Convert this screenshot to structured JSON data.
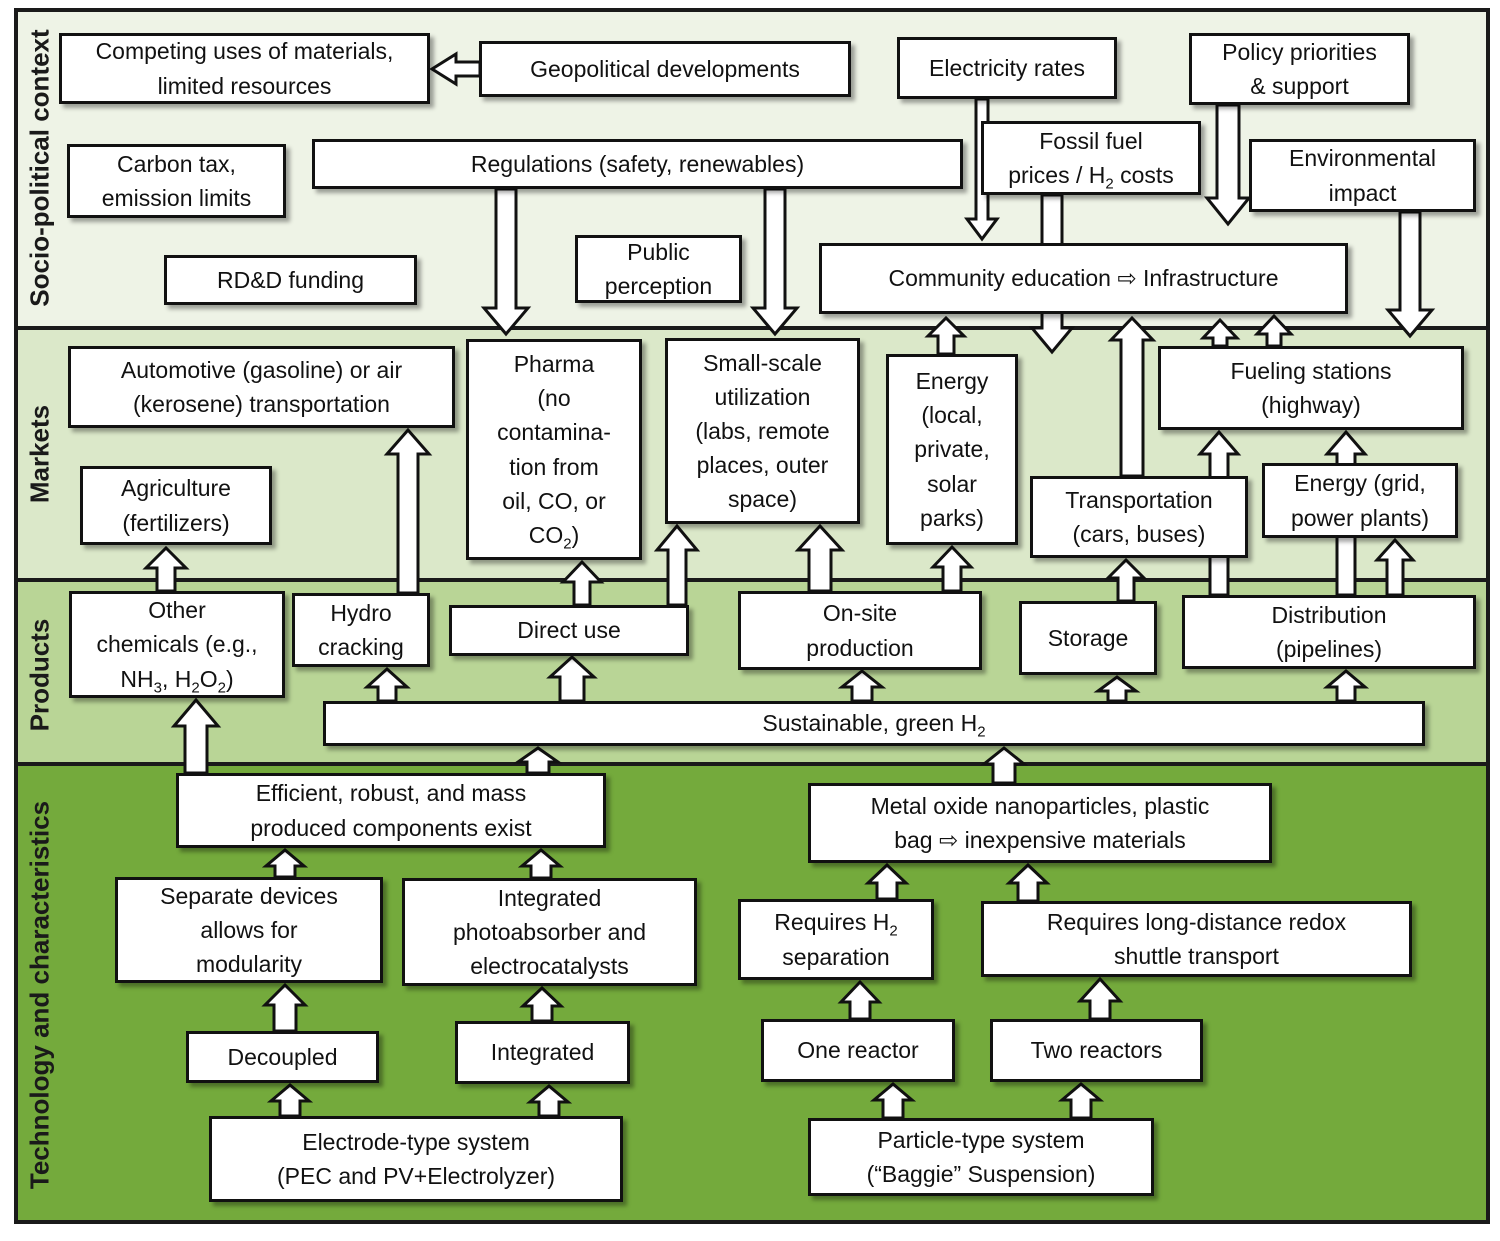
{
  "bands": [
    {
      "id": "socio",
      "label": "Socio-political context"
    },
    {
      "id": "markets",
      "label": "Markets"
    },
    {
      "id": "products",
      "label": "Products"
    },
    {
      "id": "tech",
      "label": "Technology and characteristics"
    }
  ],
  "boxes": {
    "competing_uses": "Competing uses of materials,\nlimited resources",
    "geopolitical": "Geopolitical developments",
    "electricity_rates": "Electricity rates",
    "policy_priorities": "Policy priorities\n& support",
    "carbon_tax": "Carbon tax,\nemission limits",
    "regulations": "Regulations (safety, renewables)",
    "fossil_fuel": [
      "Fossil fuel",
      "prices / H",
      "2",
      " costs"
    ],
    "environmental_impact": "Environmental\nimpact",
    "rdd_funding": "RD&D funding",
    "public_perception": "Public\nperception",
    "community_education": "Community education ⇨ Infrastructure",
    "automotive": "Automotive (gasoline) or air\n(kerosene) transportation",
    "agriculture": "Agriculture\n(fertilizers)",
    "pharma": [
      "Pharma",
      "(no",
      "contamina-",
      "tion from",
      "oil, CO, or",
      "CO",
      "2",
      ")"
    ],
    "small_scale": "Small-scale\nutilization\n(labs, remote\nplaces, outer\nspace)",
    "energy_local": "Energy\n(local,\nprivate,\nsolar\nparks)",
    "fueling_stations": "Fueling stations\n(highway)",
    "transportation": "Transportation\n(cars, buses)",
    "energy_grid": "Energy (grid,\npower plants)",
    "other_chemicals": [
      "Other",
      "chemicals (e.g.,",
      "NH",
      "3",
      ", H",
      "2",
      "O",
      "2",
      ")"
    ],
    "hydro_cracking": "Hydro\ncracking",
    "direct_use": "Direct use",
    "onsite_production": "On-site\nproduction",
    "storage": "Storage",
    "distribution": "Distribution\n(pipelines)",
    "green_h2": [
      "Sustainable, green H",
      "2"
    ],
    "efficient_components": "Efficient, robust, and mass\nproduced components exist",
    "metal_oxide": "Metal oxide nanoparticles, plastic\nbag ⇨ inexpensive materials",
    "separate_devices": "Separate devices\nallows for\nmodularity",
    "integrated_photo": "Integrated\nphotoabsorber and\nelectrocatalysts",
    "requires_h2_sep": [
      "Requires H",
      "2",
      "separation"
    ],
    "requires_redox": "Requires long-distance redox\nshuttle transport",
    "decoupled": "Decoupled",
    "integrated": "Integrated",
    "one_reactor": "One reactor",
    "two_reactors": "Two reactors",
    "electrode_system": "Electrode-type system\n(PEC and PV+Electrolyzer)",
    "particle_system": "Particle-type system\n(“Baggie” Suspension)"
  },
  "colors": {
    "socio": "#eef3e6",
    "markets": "#dbe8c9",
    "products": "#b9d596",
    "tech": "#74aa3c",
    "border": "#1a1a1a"
  }
}
